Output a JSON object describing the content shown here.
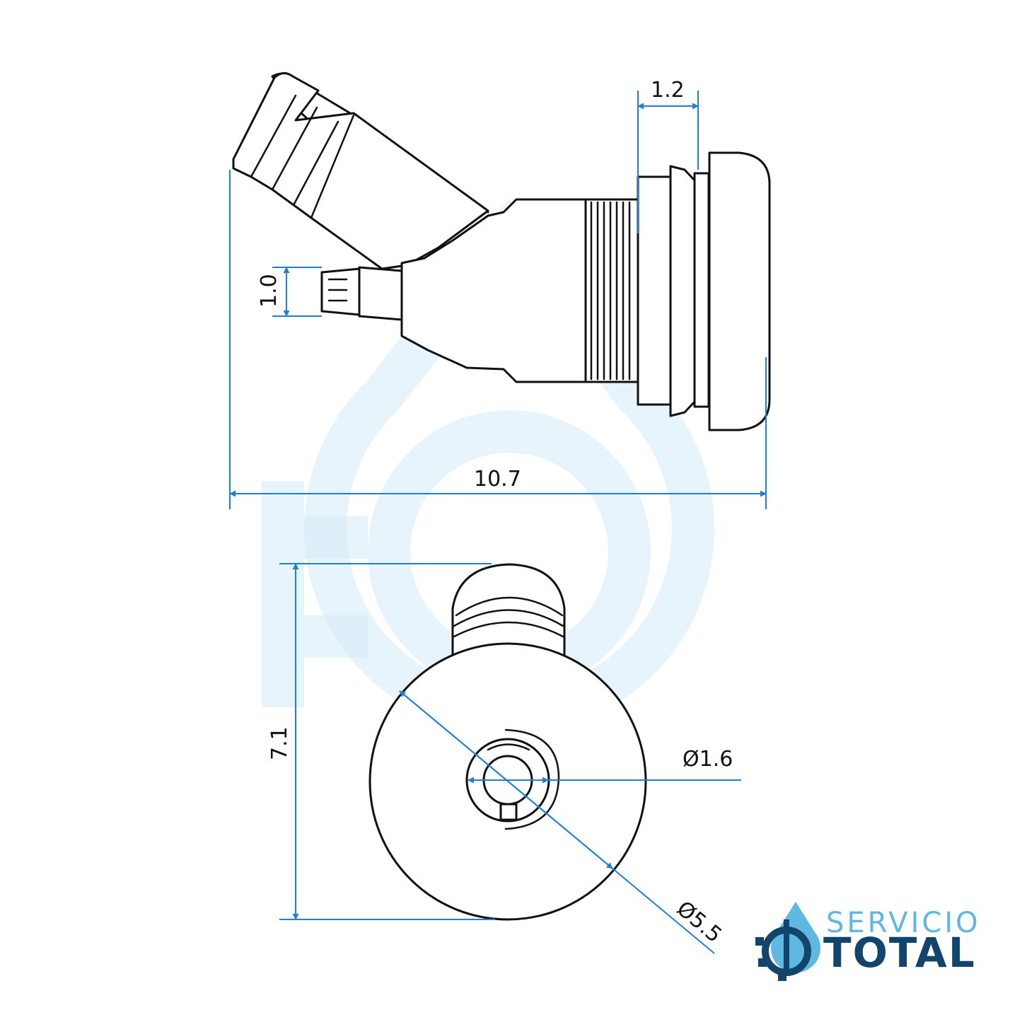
{
  "dimensions": {
    "flange_thickness": "1.2",
    "nozzle_diameter": "1.0",
    "overall_length": "10.7",
    "overall_height": "7.1",
    "inner_diameter": "Ø1.6",
    "face_diameter": "Ø5.5"
  },
  "logo": {
    "line1": "SERVICIO",
    "line2": "TOTAL"
  },
  "colors": {
    "dimension_line": "#1e7fd8",
    "outline": "#111111",
    "watermark": "#d5ebf8",
    "logo_light": "#5fb8df",
    "logo_dark": "#12456e"
  }
}
